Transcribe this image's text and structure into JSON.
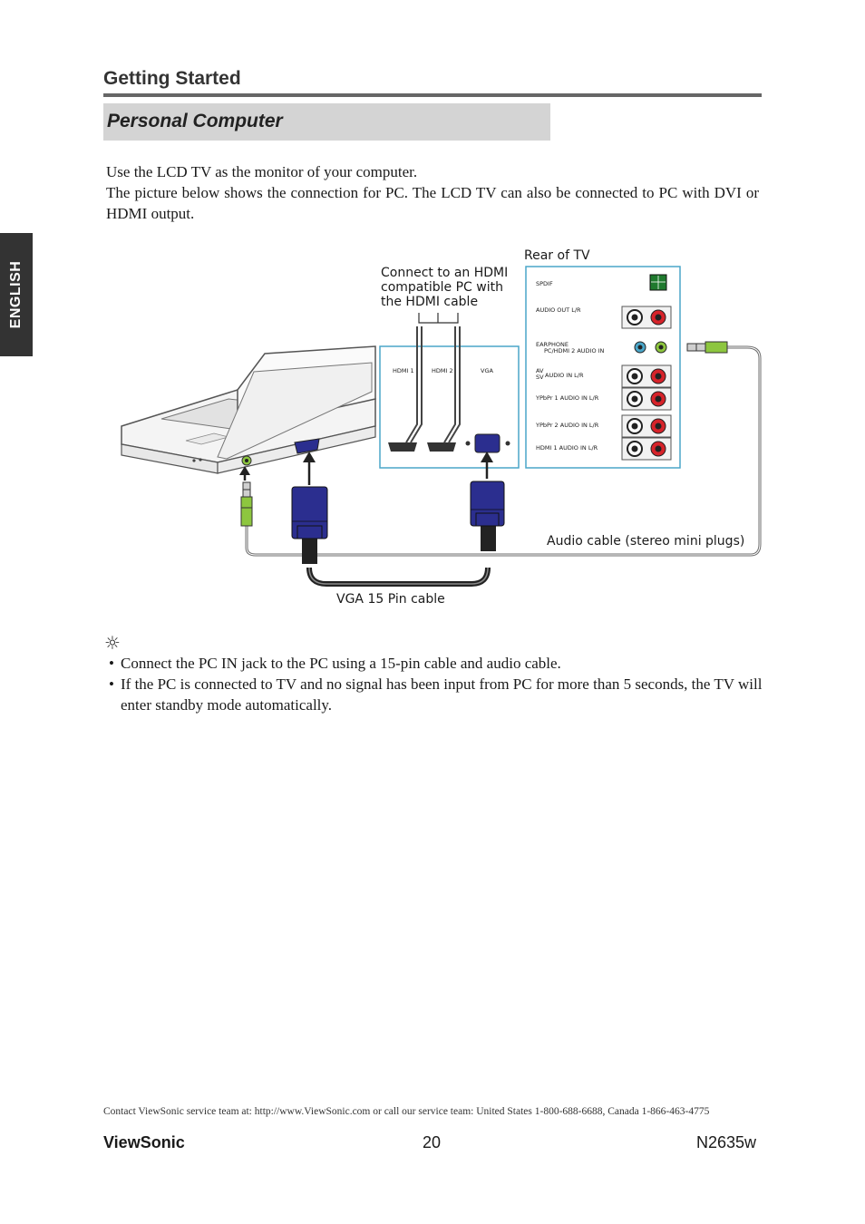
{
  "header": {
    "section_title": "Getting Started",
    "subsection_title": "Personal Computer"
  },
  "sidebar": {
    "language_tab": "ENGLISH"
  },
  "intro": {
    "line1": "Use the LCD TV as the monitor of your computer.",
    "line2": "The picture below shows the connection for PC. The LCD TV can also be connected to PC with DVI or HDMI output."
  },
  "diagram": {
    "rear_label": "Rear of TV",
    "hdmi_note": [
      "Connect to an HDMI",
      "compatible PC with",
      "the HDMI cable"
    ],
    "audio_cable_label": "Audio cable (stereo mini plugs)",
    "vga_cable_label": "VGA 15 Pin cable",
    "panel_ports": {
      "hdmi1": "HDMI 1",
      "hdmi2": "HDMI 2",
      "vga": "VGA"
    },
    "rear_ports": {
      "spdif": "SPDIF",
      "audio_out": "AUDIO OUT L/R",
      "earphone": "EARPHONE",
      "pc_audio": "PC/HDMI 2 AUDIO IN",
      "av": "AV",
      "sv": "SV",
      "av_audio": "AUDIO IN L/R",
      "ypbpr1": "YPbPr 1 AUDIO IN L/R",
      "ypbpr2": "YPbPr 2 AUDIO IN L/R",
      "hdmi1_audio": "HDMI 1 AUDIO IN L/R"
    },
    "colors": {
      "vga_blue": "#2b2e8f",
      "jack_red": "#d6232a",
      "plug_green": "#8dc63f",
      "panel_border": "#4aa6c9",
      "cable": "#6e6e6e"
    }
  },
  "tip": {
    "icon": "sun-icon",
    "icon_glyph": "☼",
    "items": [
      "Connect the PC IN jack to the PC using a 15-pin cable and audio cable.",
      "If the PC is connected to TV and no signal has been input from PC for more than 5 seconds, the TV will enter standby mode automatically."
    ]
  },
  "footer": {
    "contact": "Contact ViewSonic service team at: http://www.ViewSonic.com or call our service team: United States 1-800-688-6688, Canada 1-866-463-4775",
    "brand": "ViewSonic",
    "page": "20",
    "model": "N2635w"
  }
}
